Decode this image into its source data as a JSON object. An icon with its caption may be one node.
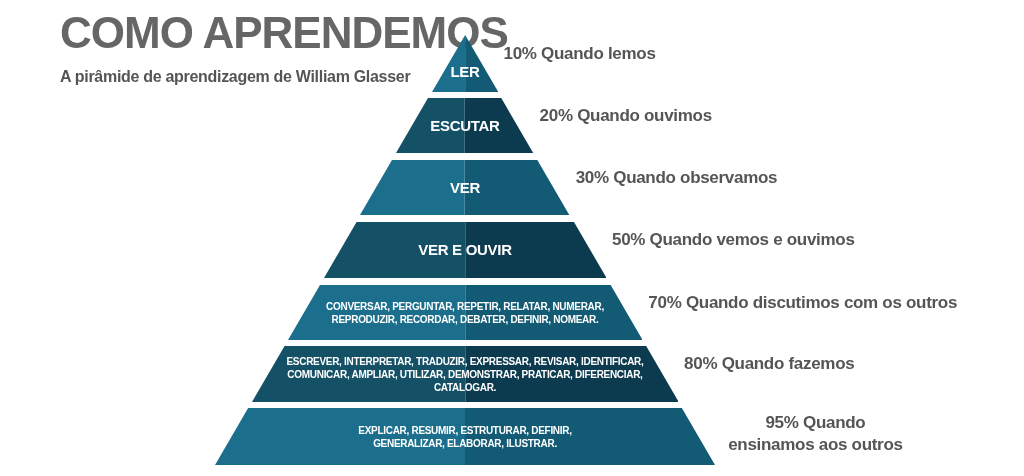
{
  "diagram": {
    "title": "COMO APRENDEMOS",
    "caption": "A pirâmide de aprendizagem de William Glasser",
    "nodes": [
      {
        "text": [
          "LER"
        ],
        "beside": [
          "10% Quando lemos"
        ]
      },
      {
        "text": [
          "ESCUTAR"
        ],
        "beside": [
          "20% Quando ouvimos"
        ]
      },
      {
        "text": [
          "VER"
        ],
        "beside": [
          "30% Quando observamos"
        ]
      },
      {
        "text": [
          "VER E OUVIR"
        ],
        "beside": [
          "50% Quando vemos e ouvimos"
        ]
      },
      {
        "text": [
          "CONVERSAR, PERGUNTAR, REPETIR, RELATAR, NUMERAR, REPRODUZIR, RECORDAR, DEBATER, DEFINIR, NOMEAR."
        ],
        "beside": [
          "70% Quando discutimos com os outros"
        ]
      },
      {
        "text": [
          "ESCREVER, INTERPRETAR, TRADUZIR, EXPRESSAR, REVISAR, IDENTIFICAR, COMUNICAR, AMPLIAR, UTILIZAR, DEMONSTRAR, PRATICAR, DIFERENCIAR, CATALOGAR."
        ],
        "beside": [
          "80% Quando fazemos"
        ]
      },
      {
        "text": [
          "EXPLICAR, RESUMIR, ESTRUTURAR, DEFINIR, GENERALIZAR, ELABORAR, ILUSTRAR."
        ],
        "beside": [
          "95% Quando ensinamos aos outros"
        ]
      }
    ]
  }
}
